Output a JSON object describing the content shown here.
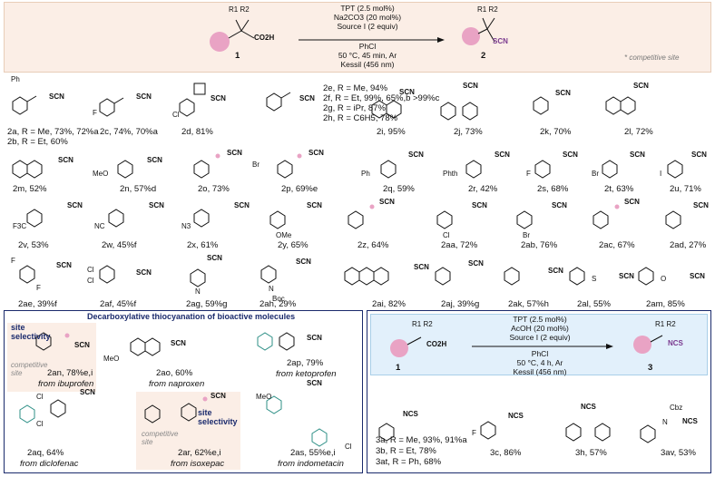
{
  "header": {
    "reagents_top": [
      "TPT (2.5 mol%)",
      "Na2CO3 (20 mol%)",
      "Source I (2 equiv)"
    ],
    "conditions_bottom": [
      "PhCl",
      "50 °C, 45 min, Ar",
      "Kessil (456 nm)"
    ],
    "sm_label": "1",
    "product_label": "2",
    "sm_group": "CO2H",
    "product_group": "SCN",
    "substituents": "R1 R2",
    "competitive_note": "* competitive site"
  },
  "row1": [
    {
      "id": "2a",
      "text": "2a, R = Me, 73%, 72%a"
    },
    {
      "id": "2b",
      "text": "2b, R = Et, 60%"
    },
    {
      "id": "2c",
      "text": "2c, 74%, 70%a"
    },
    {
      "id": "2d",
      "text": "2d, 81%"
    },
    {
      "id": "2e",
      "text": "2e, R = Me, 94%"
    },
    {
      "id": "2f",
      "text": "2f, R = Et, 99%, 65%,b >99%c"
    },
    {
      "id": "2g",
      "text": "2g, R = iPr, 87%"
    },
    {
      "id": "2h",
      "text": "2h, R = C6H5, 78%"
    },
    {
      "id": "2i",
      "text": "2i, 95%"
    },
    {
      "id": "2j",
      "text": "2j, 73%"
    },
    {
      "id": "2k",
      "text": "2k, 70%"
    },
    {
      "id": "2l",
      "text": "2l, 72%"
    }
  ],
  "row2": [
    {
      "id": "2m",
      "text": "2m, 52%"
    },
    {
      "id": "2n",
      "text": "2n, 57%d"
    },
    {
      "id": "2o",
      "text": "2o, 73%"
    },
    {
      "id": "2p",
      "text": "2p, 69%e"
    },
    {
      "id": "2q",
      "text": "2q, 59%"
    },
    {
      "id": "2r",
      "text": "2r, 42%"
    },
    {
      "id": "2s",
      "text": "2s, 68%"
    },
    {
      "id": "2t",
      "text": "2t, 63%"
    },
    {
      "id": "2u",
      "text": "2u, 71%"
    }
  ],
  "row3": [
    {
      "id": "2v",
      "text": "2v, 53%"
    },
    {
      "id": "2w",
      "text": "2w, 45%f"
    },
    {
      "id": "2x",
      "text": "2x, 61%"
    },
    {
      "id": "2y",
      "text": "2y, 65%"
    },
    {
      "id": "2z",
      "text": "2z, 64%"
    },
    {
      "id": "2aa",
      "text": "2aa, 72%"
    },
    {
      "id": "2ab",
      "text": "2ab, 76%"
    },
    {
      "id": "2ac",
      "text": "2ac, 67%"
    },
    {
      "id": "2ad",
      "text": "2ad, 27%"
    }
  ],
  "row4": [
    {
      "id": "2ae",
      "text": "2ae, 39%f"
    },
    {
      "id": "2af",
      "text": "2af, 45%f"
    },
    {
      "id": "2ag",
      "text": "2ag, 59%g"
    },
    {
      "id": "2ah",
      "text": "2ah, 29%"
    },
    {
      "id": "2ai",
      "text": "2ai, 82%"
    },
    {
      "id": "2aj",
      "text": "2aj, 39%g"
    },
    {
      "id": "2ak",
      "text": "2ak, 57%h"
    },
    {
      "id": "2al",
      "text": "2al, 55%"
    },
    {
      "id": "2am",
      "text": "2am, 85%"
    }
  ],
  "substituent_labels": {
    "methoxy": "MeO",
    "phenyl": "Ph",
    "phthalimide": "Phth",
    "fluoro": "F",
    "bromo": "Br",
    "iodo": "I",
    "trifluoromethyl": "F3C",
    "cyano": "NC",
    "azido": "N3",
    "ome": "OMe",
    "chloro": "Cl",
    "boc": "Boc",
    "nitrogen": "N",
    "sulfur": "S",
    "oxygen": "O"
  },
  "bioactive": {
    "title": "Decarboxylative thiocyanation of bioactive molecules",
    "site_selectivity": "site selectivity",
    "competitive_site": "competitive site",
    "items": [
      {
        "id": "2an",
        "text": "2an, 78%e,i",
        "source": "from ibuprofen"
      },
      {
        "id": "2ao",
        "text": "2ao, 60%",
        "source": "from naproxen"
      },
      {
        "id": "2ap",
        "text": "2ap, 79%",
        "source": "from ketoprofen"
      },
      {
        "id": "2aq",
        "text": "2aq, 64%",
        "source": "from diclofenac"
      },
      {
        "id": "2ar",
        "text": "2ar, 62%e,i",
        "source": "from isoxepac"
      },
      {
        "id": "2as",
        "text": "2as, 55%e,i",
        "source": "from indometacin"
      }
    ]
  },
  "isothiocyanate": {
    "reagents_top": [
      "TPT (2.5 mol%)",
      "AcOH (20 mol%)",
      "Source I (2 equiv)"
    ],
    "conditions_bottom": [
      "PhCl",
      "50 °C, 4 h, Ar",
      "Kessil (456 nm)"
    ],
    "sm_label": "1",
    "product_label": "3",
    "product_group": "NCS",
    "items": [
      {
        "id": "3a",
        "text": "3a, R = Me, 93%, 91%a"
      },
      {
        "id": "3b",
        "text": "3b, R = Et, 78%"
      },
      {
        "id": "3at",
        "text": "3at, R = Ph, 68%"
      },
      {
        "id": "3c",
        "text": "3c, 86%"
      },
      {
        "id": "3h",
        "text": "3h, 57%"
      },
      {
        "id": "3av",
        "text": "3av, 53%"
      }
    ],
    "cbz": "Cbz"
  }
}
